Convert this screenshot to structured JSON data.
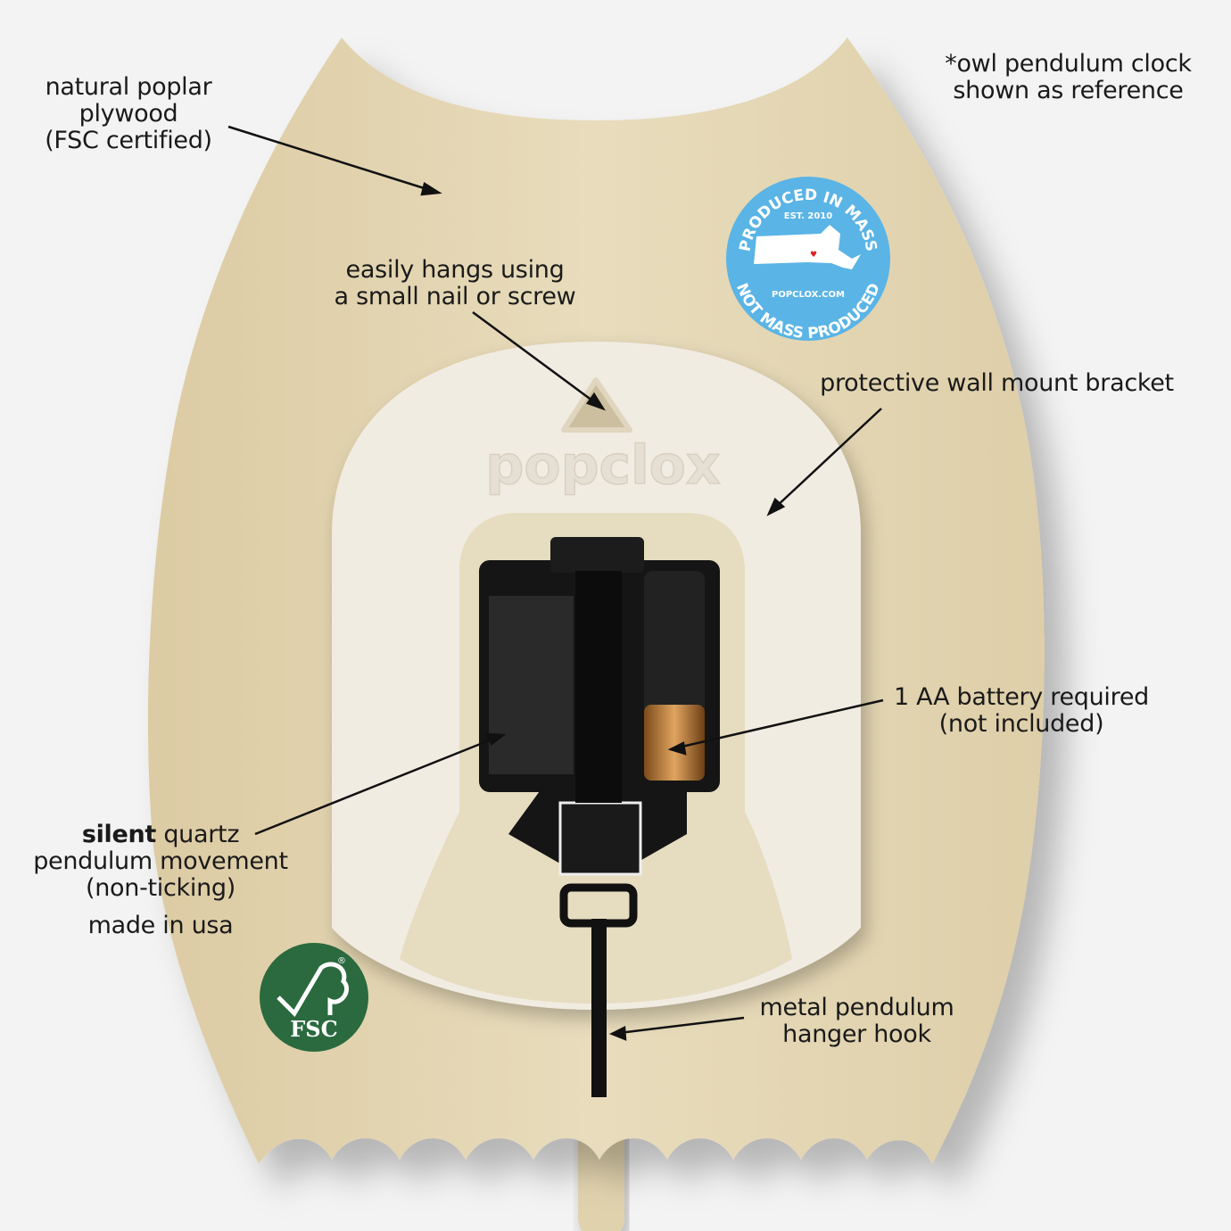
{
  "annotations": {
    "plywood": [
      "natural poplar",
      "plywood",
      "(FSC certified)"
    ],
    "reference": [
      "*owl pendulum clock",
      "shown as reference"
    ],
    "hangs": [
      "easily hangs using",
      "a small nail or screw"
    ],
    "bracket": "protective wall mount bracket",
    "battery": [
      "1 AA battery required",
      "(not included)"
    ],
    "movement_bold": "silent",
    "movement": [
      " quartz",
      "pendulum movement",
      "(non-ticking)"
    ],
    "made_in": "made in usa",
    "hook": [
      "metal pendulum",
      "hanger hook"
    ]
  },
  "badge": {
    "top_arc": "PRODUCED IN MASS",
    "est": "EST. 2010",
    "site": "POPCLOX.COM",
    "bottom_arc": "NOT MASS PRODUCED",
    "color": "#5ab4e5"
  },
  "bracket_logo": "popclox",
  "fsc": {
    "text": "FSC",
    "reg": "®",
    "color": "#2a6a3e"
  },
  "colors": {
    "wood": "#e3d5b0",
    "bracket": "#f1ece2",
    "movement": "#151515"
  }
}
